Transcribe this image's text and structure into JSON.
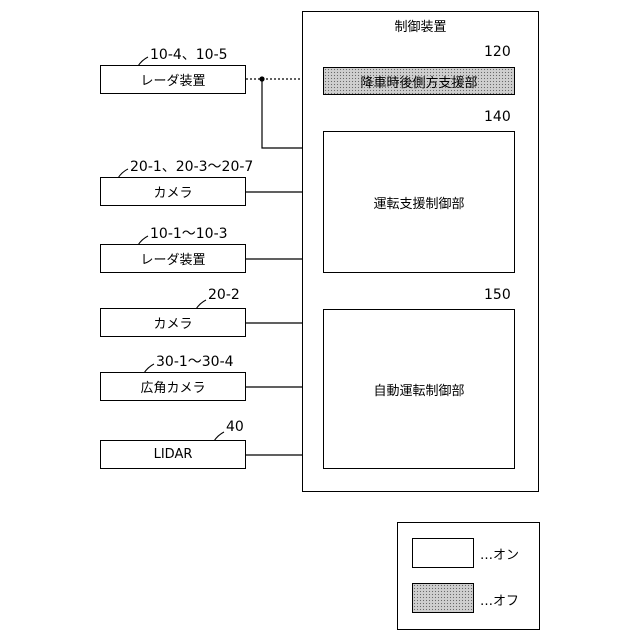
{
  "control_unit": {
    "title": "制御装置",
    "lane_change_assist": {
      "label": "降車時後側方支援部",
      "ref": "120"
    },
    "driving_support": {
      "label": "運転支援制御部",
      "ref": "140"
    },
    "autonomous_driving": {
      "label": "自動運転制御部",
      "ref": "150"
    }
  },
  "sensors": [
    {
      "label": "レーダ装置",
      "ref": "10-4、10-5"
    },
    {
      "label": "カメラ",
      "ref": "20-1、20-3～20-7"
    },
    {
      "label": "レーダ装置",
      "ref": "10-1～10-3"
    },
    {
      "label": "カメラ",
      "ref": "20-2"
    },
    {
      "label": "広角カメラ",
      "ref": "30-1～30-4"
    },
    {
      "label": "LIDAR",
      "ref": "40"
    }
  ],
  "legend": {
    "on_label": "…オン",
    "off_label": "…オフ"
  }
}
